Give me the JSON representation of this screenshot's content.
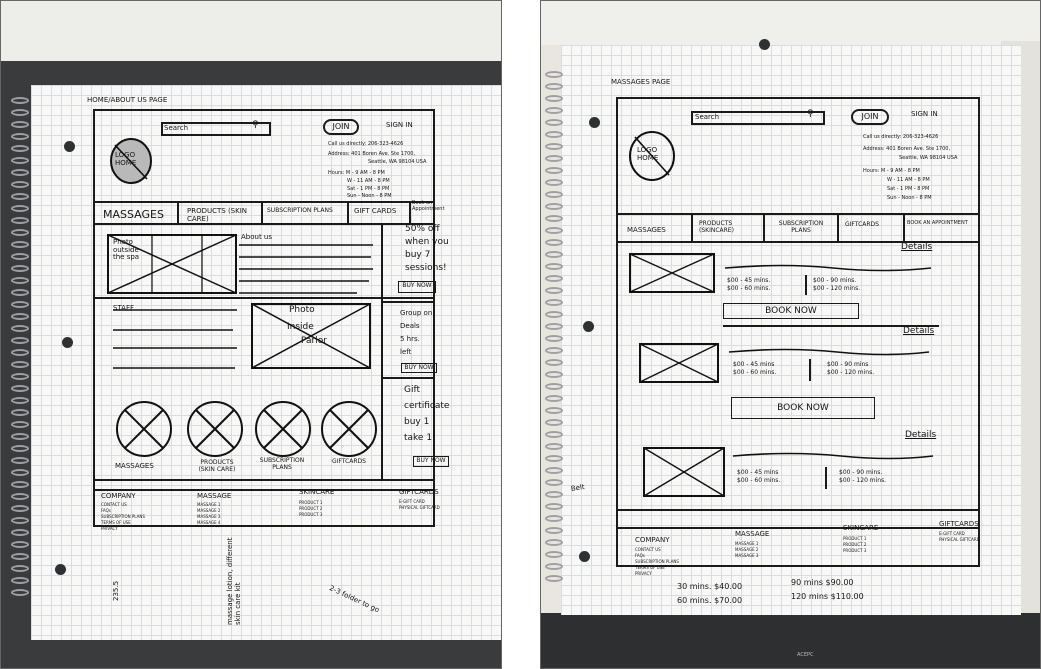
{
  "left": {
    "page_title": "HOME/ABOUT US PAGE",
    "search_label": "Search",
    "join": "JOIN",
    "sign_in": "SIGN IN",
    "logo_text": "LOGO HOME",
    "contact": {
      "call": "Call us directly: 206-323-4626",
      "address1": "Address: 401 Boren Ave. Ste 1700,",
      "address2": "Seattle, WA 98104 USA",
      "hours": [
        "Hours: M - 9 AM - 8 PM",
        "W - 11 AM - 8 PM",
        "Sat - 1 PM - 8 PM",
        "Sun - Noon - 8 PM"
      ]
    },
    "nav": [
      "MASSAGES",
      "PRODUCTS (SKIN CARE)",
      "SUBSCRIPTION PLANS",
      "GIFT CARDS",
      "Book an Appointment"
    ],
    "photo_label": "Photo outside the spa",
    "about_label": "About us",
    "promo1": {
      "text": [
        "50% off",
        "when you",
        "buy 7",
        "sessions!"
      ],
      "button": "BUY NOW"
    },
    "staff_label": "STAFF",
    "photo2_label": [
      "Photo",
      "Inside",
      "Parlor"
    ],
    "promo2": {
      "text": [
        "Group on",
        "Deals",
        "5 hrs.",
        "left"
      ],
      "button": "BUY NOW"
    },
    "promo3": {
      "text": [
        "Gift",
        "certificate",
        "buy 1",
        "take 1!"
      ],
      "button": "BUY NOW"
    },
    "circles": [
      "MASSAGES",
      "PRODUCTS (SKIN CARE)",
      "SUBSCRIPTION PLANS",
      "GIFTCARDS"
    ],
    "footer": {
      "company": {
        "title": "COMPANY",
        "items": [
          "CONTACT US",
          "FAQs",
          "SUBSCRIPTION PLANS",
          "TERMS OF USE",
          "PRIVACY"
        ]
      },
      "massage": {
        "title": "MASSAGE",
        "items": [
          "MASSAGE 1",
          "MASSAGE 2",
          "MASSAGE 3",
          "MASSAGE 4"
        ]
      },
      "skincare": {
        "title": "SKINCARE",
        "items": [
          "PRODUCT 1",
          "PRODUCT 2",
          "PRODUCT 3"
        ]
      },
      "giftcards": {
        "title": "GIFTCARDS",
        "items": [
          "E-GIFT CARD",
          "PHYSICAL GIFTCARD"
        ]
      }
    },
    "notes": [
      "235.5",
      "massage lotion, different skin care kit",
      "2-3 folder to go"
    ]
  },
  "right": {
    "page_title": "MASSAGES PAGE",
    "search_label": "Search",
    "join": "JOIN",
    "sign_in": "SIGN IN",
    "logo_text": "LOGO HOME",
    "contact": {
      "call": "Call us directly: 206-323-4626",
      "address1": "Address: 401 Boren Ave. Ste 1700,",
      "address2": "Seattle, WA 98104 USA",
      "hours": [
        "Hours: M - 9 AM - 8 PM",
        "W - 11 AM - 8 PM",
        "Sat - 1 PM - 8 PM",
        "Sun - Noon - 8 PM"
      ]
    },
    "nav": [
      "MASSAGES",
      "PRODUCTS (SKINCARE)",
      "SUBSCRIPTION PLANS",
      "GIFTCARDS",
      "BOOK AN APPOINTMENT"
    ],
    "details_label": "Details",
    "items": [
      {
        "col1": [
          "$00 - 45 mins.",
          "$00 - 60 mins."
        ],
        "col2": [
          "$00 - 90 mins.",
          "$00 - 120 mins."
        ],
        "button": "BOOK NOW"
      },
      {
        "col1": [
          "$00 - 45 mins",
          "$00 - 60 mins."
        ],
        "col2": [
          "$00 - 90 mins",
          "$00 - 120 mins."
        ],
        "button": "BOOK NOW"
      },
      {
        "col1": [
          "$00 - 45 mins",
          "$00 - 60 mins."
        ],
        "col2": [
          "$00 - 90 mins.",
          "$00 - 120 mins."
        ],
        "button": ""
      }
    ],
    "side_note": "Belt",
    "footer": {
      "company": {
        "title": "COMPANY",
        "items": [
          "CONTACT US",
          "FAQs",
          "SUBSCRIPTION PLANS",
          "TERMS OF USE",
          "PRIVACY"
        ]
      },
      "massage": {
        "title": "MASSAGE",
        "items": [
          "MASSAGE 1",
          "MASSAGE 2",
          "MASSAGE 3"
        ]
      },
      "skincare": {
        "title": "SKINCARE",
        "items": [
          "PRODUCT 1",
          "PRODUCT 2",
          "PRODUCT 3"
        ]
      },
      "giftcards": {
        "title": "GIFTCARDS",
        "items": [
          "E-GIFT CARD",
          "PHYSICAL GIFTCARD"
        ]
      }
    },
    "prices": [
      "30 mins. $40.00",
      "60 mins. $70.00",
      "90 mins $90.00",
      "120 mins $110.00"
    ]
  }
}
